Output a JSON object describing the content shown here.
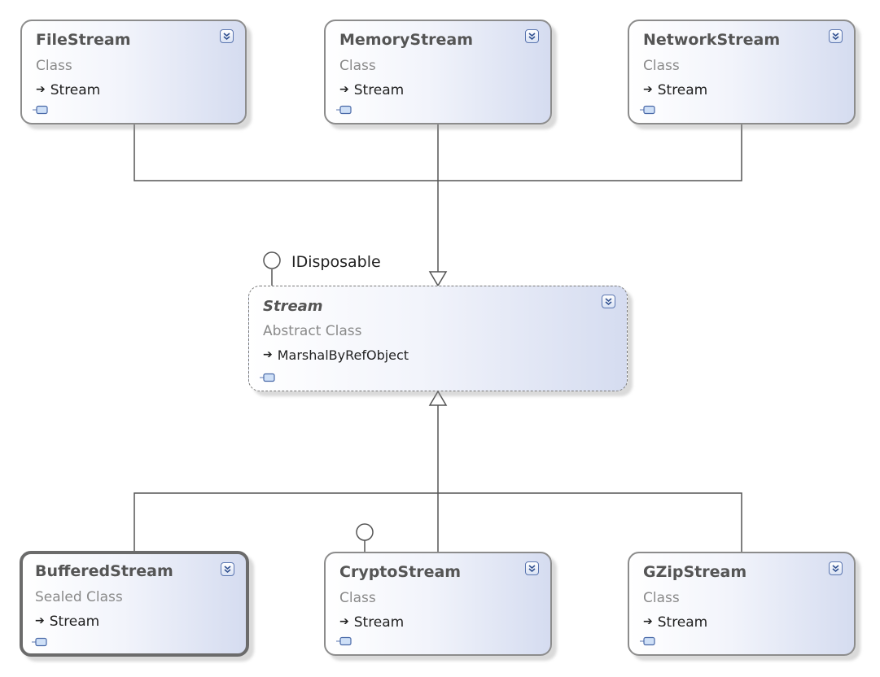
{
  "diagram": {
    "shapes": {
      "filestream": {
        "name": "FileStream",
        "kind": "Class",
        "base": "Stream"
      },
      "memorystream": {
        "name": "MemoryStream",
        "kind": "Class",
        "base": "Stream"
      },
      "networkstream": {
        "name": "NetworkStream",
        "kind": "Class",
        "base": "Stream"
      },
      "stream": {
        "name": "Stream",
        "kind": "Abstract Class",
        "base": "MarshalByRefObject"
      },
      "bufferedstream": {
        "name": "BufferedStream",
        "kind": "Sealed Class",
        "base": "Stream"
      },
      "cryptostream": {
        "name": "CryptoStream",
        "kind": "Class",
        "base": "Stream"
      },
      "gzipstream": {
        "name": "GZipStream",
        "kind": "Class",
        "base": "Stream"
      }
    },
    "interfaces": {
      "stream_interface": "IDisposable"
    },
    "icons": {
      "inherits": "arrow-right-icon",
      "expand": "double-chevron-down-icon",
      "members": "member-compartment-icon",
      "interface": "lollipop-interface-icon"
    },
    "colors": {
      "border": "#8c8c8c",
      "fill_start": "#ffffff",
      "fill_end": "#d5dcf0",
      "name_text": "#555555",
      "kind_text": "#8a8a8a",
      "connector": "#555555",
      "button_border": "#5b76b0"
    }
  }
}
